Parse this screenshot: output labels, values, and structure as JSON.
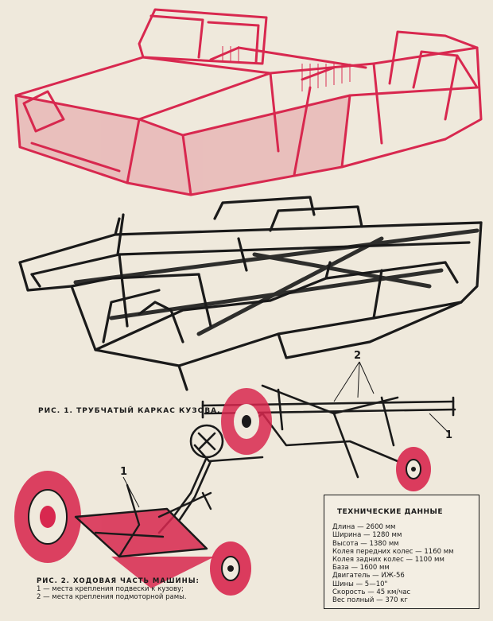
{
  "figure1": {
    "caption": "РИС. 1. ТРУБЧАТЫЙ КАРКАС КУЗОВА."
  },
  "figure2": {
    "caption_head": "РИС. 2. ХОДОВАЯ ЧАСТЬ МАШИНЫ:",
    "caption_item1": "1 — места крепления подвески к кузову;",
    "caption_item2": "2 — места крепления подмоторной рамы.",
    "callout_1": "1",
    "callout_2": "2",
    "callout_1b": "1"
  },
  "specs": {
    "title": "ТЕХНИЧЕСКИЕ ДАННЫЕ",
    "rows": [
      "Длина — 2600 мм",
      "Ширина — 1280 мм",
      "Высота — 1380 мм",
      "Колея передних колес — 1160 мм",
      "Колея задних колес — 1100 мм",
      "База — 1600 мм",
      "Двигатель — ИЖ-56",
      "Шины — 5—10\"",
      "Скорость — 45 км/час",
      "Вес полный — 370 кг"
    ]
  },
  "colors": {
    "ink": "#1a1a1a",
    "red": "#d8284f",
    "paper": "#efe9dc"
  }
}
